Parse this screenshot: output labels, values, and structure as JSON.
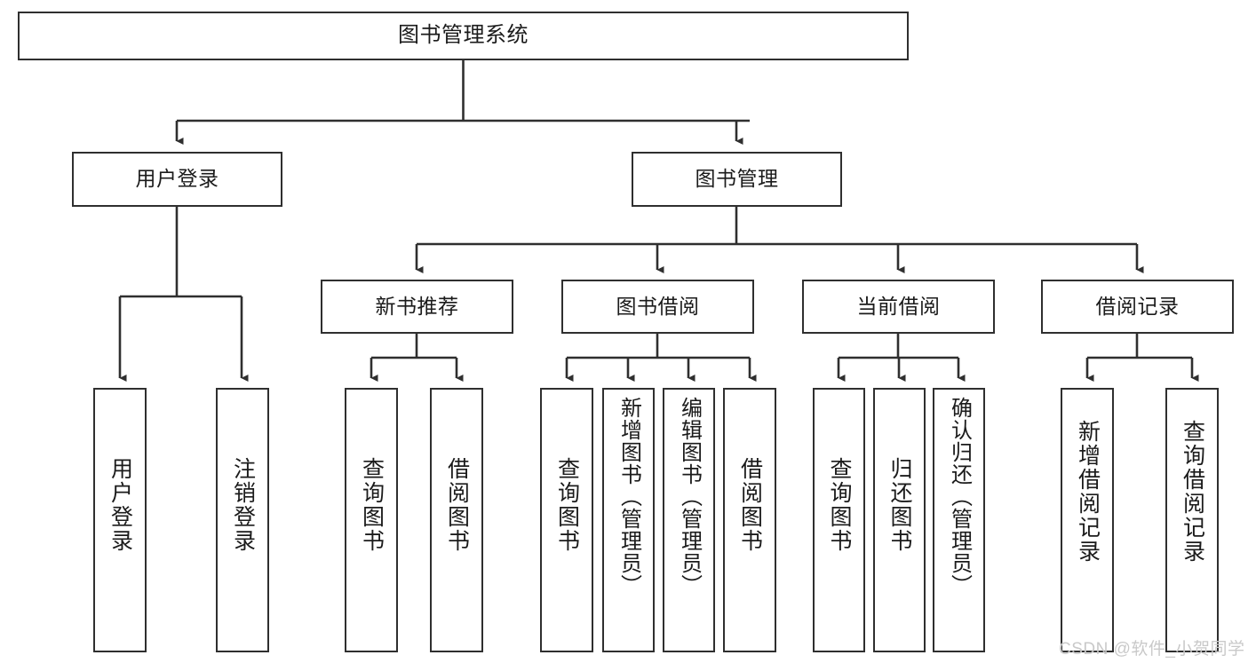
{
  "diagram": {
    "title": "图书管理系统",
    "type": "tree-hierarchy",
    "watermark": "CSDN @软件_小贺同学",
    "colors": {
      "box_border": "#2f2f2f",
      "box_fill": "#ffffff",
      "edge": "#2f2f2f",
      "text": "#1b1b1b",
      "watermark": "#c9c9c9",
      "background": "#ffffff"
    },
    "levels": {
      "root": {
        "label": "图书管理系统"
      },
      "level2": [
        {
          "id": "user-login",
          "label": "用户登录"
        },
        {
          "id": "book-manage",
          "label": "图书管理"
        }
      ],
      "level3": [
        {
          "id": "new-book-recommend",
          "label": "新书推荐"
        },
        {
          "id": "book-borrow",
          "label": "图书借阅"
        },
        {
          "id": "current-borrow",
          "label": "当前借阅"
        },
        {
          "id": "borrow-record",
          "label": "借阅记录"
        }
      ],
      "leaves": {
        "user-login": [
          {
            "id": "leaf-user-login",
            "label": "用户登录"
          },
          {
            "id": "leaf-logout-login",
            "label": "注销登录"
          }
        ],
        "new-book-recommend": [
          {
            "id": "leaf-query-book-1",
            "label": "查询图书"
          },
          {
            "id": "leaf-borrow-book-1",
            "label": "借阅图书"
          }
        ],
        "book-borrow": [
          {
            "id": "leaf-query-book-2",
            "label": "查询图书"
          },
          {
            "id": "leaf-add-book",
            "label": "新增图书（管理员）"
          },
          {
            "id": "leaf-edit-book",
            "label": "编辑图书（管理员）"
          },
          {
            "id": "leaf-borrow-book-2",
            "label": "借阅图书"
          }
        ],
        "current-borrow": [
          {
            "id": "leaf-query-book-3",
            "label": "查询图书"
          },
          {
            "id": "leaf-return-book",
            "label": "归还图书"
          },
          {
            "id": "leaf-confirm-return",
            "label": "确认归还（管理员）"
          }
        ],
        "borrow-record": [
          {
            "id": "leaf-add-record",
            "label": "新增借阅记录"
          },
          {
            "id": "leaf-query-record",
            "label": "查询借阅记录"
          }
        ]
      }
    }
  }
}
